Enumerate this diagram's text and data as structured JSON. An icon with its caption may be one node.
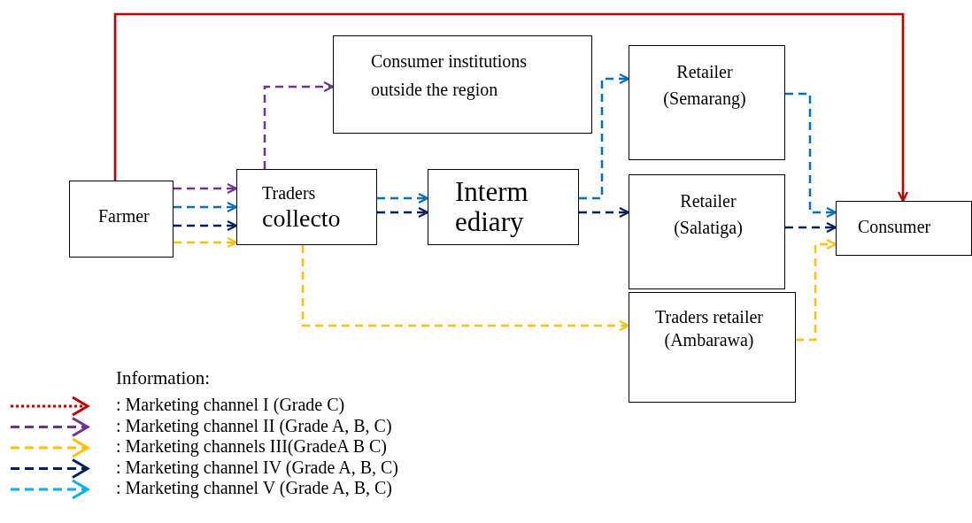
{
  "diagram": {
    "nodes": [
      {
        "text": [
          "Farmer"
        ]
      },
      {
        "text": [
          "Traders",
          "collecto"
        ]
      },
      {
        "text": [
          "Consumer institutions outside the region"
        ]
      },
      {
        "text": [
          "Interm ediary"
        ]
      },
      {
        "text": [
          "Retailer (Semarang)"
        ]
      },
      {
        "text": [
          "Retailer (Salatiga)"
        ]
      },
      {
        "text": [
          "Traders retailer (Ambarawa)"
        ]
      },
      {
        "text": [
          "Consumer"
        ]
      }
    ],
    "edges": [
      {
        "from": 0,
        "to": 7,
        "arrow": "to",
        "color": "#c00000"
      },
      {
        "from": 0,
        "to": 1,
        "arrow": "to",
        "style": "dashed",
        "color": "#7030a0"
      },
      {
        "from": 0,
        "to": 1,
        "arrow": "to",
        "style": "dashed",
        "color": "#0070c0"
      },
      {
        "from": 0,
        "to": 1,
        "arrow": "to",
        "style": "dashed",
        "color": "#002060"
      },
      {
        "from": 0,
        "to": 1,
        "arrow": "to",
        "style": "dashed",
        "color": "#ffc000"
      },
      {
        "from": 1,
        "to": 2,
        "arrow": "to",
        "style": "dashed",
        "color": "#7030a0"
      },
      {
        "from": 1,
        "to": 3,
        "arrow": "to",
        "style": "dashed",
        "color": "#0070c0"
      },
      {
        "from": 1,
        "to": 3,
        "arrow": "to",
        "style": "dashed",
        "color": "#002060"
      },
      {
        "from": 1,
        "to": 6,
        "arrow": "to",
        "style": "dashed",
        "color": "#ffc000"
      },
      {
        "from": 3,
        "to": 4,
        "arrow": "to",
        "style": "dashed",
        "color": "#0070c0"
      },
      {
        "from": 3,
        "to": 5,
        "arrow": "to",
        "style": "dashed",
        "color": "#002060"
      },
      {
        "from": 4,
        "to": 7,
        "arrow": "to",
        "style": "dashed",
        "color": "#0070c0"
      },
      {
        "from": 5,
        "to": 7,
        "arrow": "to",
        "style": "dashed",
        "color": "#002060"
      },
      {
        "from": 6,
        "to": 7,
        "arrow": "to",
        "style": "dashed",
        "color": "#ffc000"
      }
    ],
    "labels": [
      "Information:"
    ],
    "legend": [
      {
        "text": ": Marketing channel I (Grade C)",
        "color": "#c00000"
      },
      {
        "text": ": Marketing channel II (Grade A, B, C)",
        "color": "#7030a0"
      },
      {
        "text": ": Marketing channels III(GradeA B C)",
        "color": "#ffc000"
      },
      {
        "text": ": Marketing channel IV (Grade A, B, C)",
        "color": "#002060"
      },
      {
        "text": ": Marketing channel V (Grade A, B, C)",
        "color": "#00b0f0"
      }
    ]
  }
}
